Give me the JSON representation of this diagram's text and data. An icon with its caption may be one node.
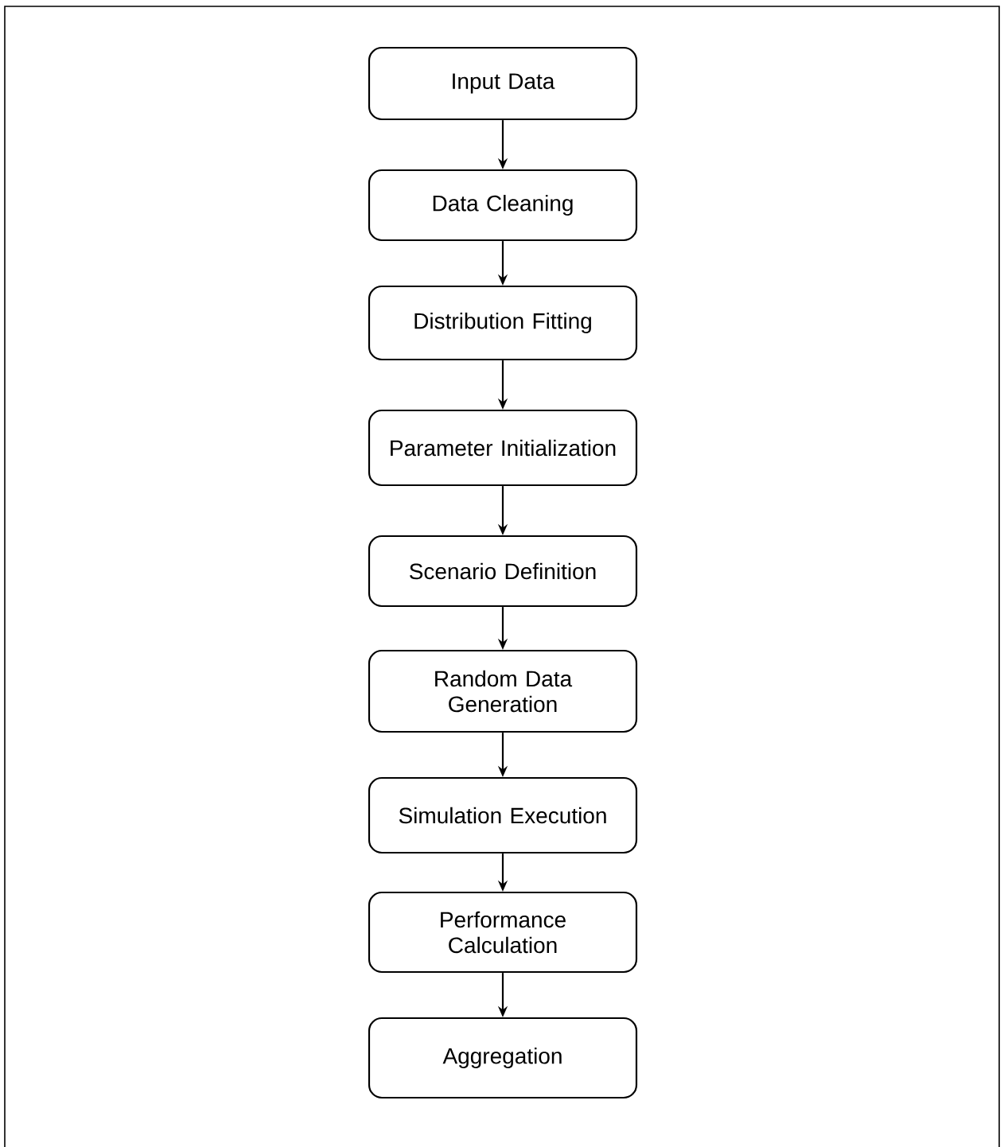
{
  "diagram": {
    "nodes": [
      {
        "text": [
          "Input Data"
        ]
      },
      {
        "text": [
          "Data Cleaning"
        ]
      },
      {
        "text": [
          "Distribution Fitting"
        ]
      },
      {
        "text": [
          "Parameter Initialization"
        ]
      },
      {
        "text": [
          "Scenario Definition"
        ]
      },
      {
        "text": [
          "Random Data Generation"
        ]
      },
      {
        "text": [
          "Simulation Execution"
        ]
      },
      {
        "text": [
          "Performance Calculation"
        ]
      },
      {
        "text": [
          "Aggregation"
        ]
      }
    ],
    "edges": [
      {
        "from": 0,
        "to": 1,
        "arrow": "to"
      },
      {
        "from": 1,
        "to": 2,
        "arrow": "to"
      },
      {
        "from": 2,
        "to": 3,
        "arrow": "to"
      },
      {
        "from": 3,
        "to": 4,
        "arrow": "to"
      },
      {
        "from": 4,
        "to": 5,
        "arrow": "to"
      },
      {
        "from": 5,
        "to": 6,
        "arrow": "to"
      },
      {
        "from": 6,
        "to": 7,
        "arrow": "to"
      },
      {
        "from": 7,
        "to": 8,
        "arrow": "to"
      }
    ]
  }
}
